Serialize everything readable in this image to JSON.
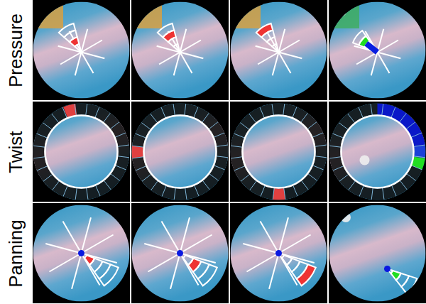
{
  "diagram": {
    "labels": [
      "Pressure",
      "Twist",
      "Panning"
    ]
  }
}
